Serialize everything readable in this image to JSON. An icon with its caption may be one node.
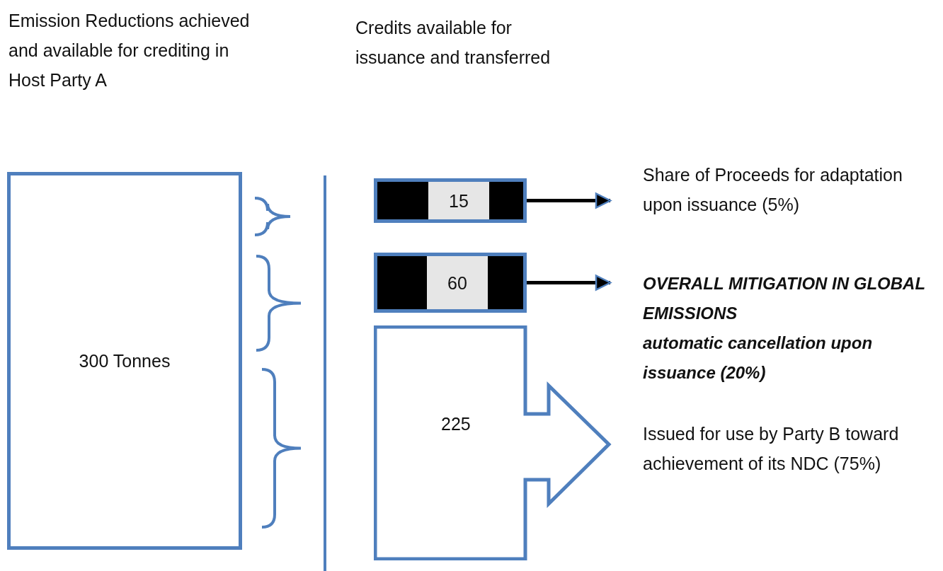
{
  "diagram": {
    "nodes": [
      {
        "text": [
          "300 Tonnes"
        ]
      },
      {
        "text": [
          "15"
        ]
      },
      {
        "text": [
          "Share of Proceeds for adaptation upon issuance (5%)"
        ]
      },
      {
        "text": [
          "60"
        ]
      },
      {
        "text": [
          "OVERALL MITIGATION IN GLOBAL EMISSIONS",
          "automatic cancellation upon issuance (20%)"
        ]
      },
      {
        "text": [
          "225"
        ]
      },
      {
        "text": [
          "Issued for use by Party B toward achievement of its NDC (75%)"
        ]
      }
    ],
    "edges": [
      {
        "from": 1,
        "to": 2,
        "arrow": "to"
      },
      {
        "from": 3,
        "to": 4,
        "arrow": "to"
      }
    ],
    "labels": [
      "Emission Reductions achieved and available for crediting in Host Party A",
      "Credits available for issuance and transferred"
    ]
  }
}
